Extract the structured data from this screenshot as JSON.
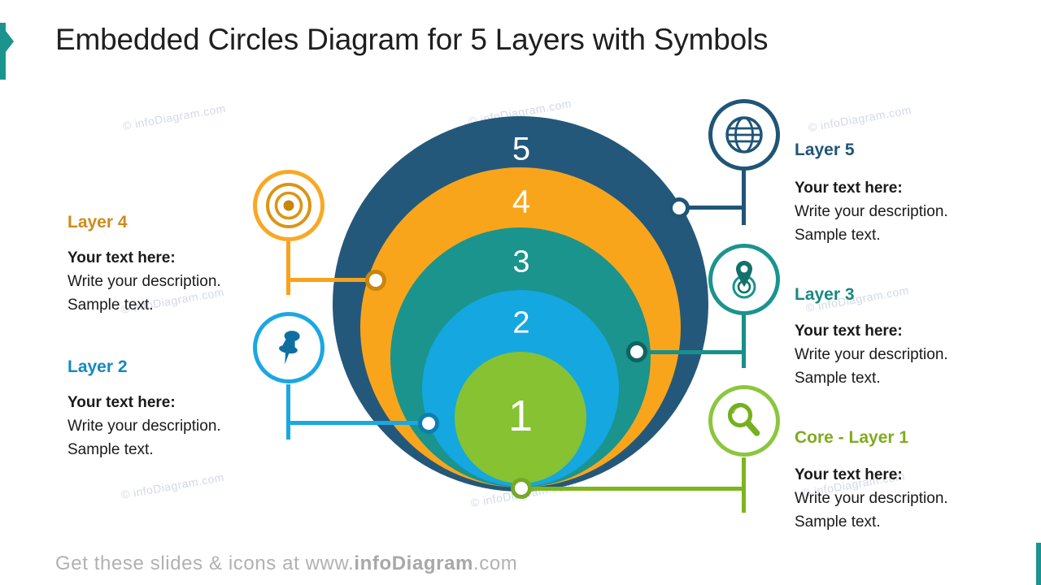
{
  "slide": {
    "title": "Embedded Circles Diagram for 5 Layers with Symbols",
    "watermark": "© infoDiagram.com",
    "footer": {
      "prefix": "Get these slides & icons at www.",
      "brand": "infoDiagram",
      "suffix": ".com"
    }
  },
  "diagram": {
    "rings": [
      {
        "label": "5",
        "color": "#24587B"
      },
      {
        "label": "4",
        "color": "#F9A51B"
      },
      {
        "label": "3",
        "color": "#1A948D"
      },
      {
        "label": "2",
        "color": "#14A7E0"
      },
      {
        "label": "1",
        "color": "#86C232"
      }
    ]
  },
  "callouts": {
    "layer5": {
      "title": "Layer 5",
      "icon": "globe-icon",
      "accent": "#1F5577",
      "body": [
        "Your text here:",
        "Write your description.",
        "Sample text."
      ]
    },
    "layer4": {
      "title": "Layer 4",
      "icon": "bullseye-target-icon",
      "accent": "#CE8A1A",
      "body": [
        "Your text here:",
        "Write your description.",
        "Sample text."
      ]
    },
    "layer3": {
      "title": "Layer 3",
      "icon": "location-pin-target-icon",
      "accent": "#18887F",
      "body": [
        "Your text here:",
        "Write your description.",
        "Sample text."
      ]
    },
    "layer2": {
      "title": "Layer 2",
      "icon": "pushpin-icon",
      "accent": "#1489BF",
      "body": [
        "Your text here:",
        "Write your description.",
        "Sample text."
      ]
    },
    "core": {
      "title": "Core - Layer 1",
      "icon": "magnifier-icon",
      "accent": "#7FAC1E",
      "body": [
        "Your text here:",
        "Write your description.",
        "Sample text."
      ]
    }
  },
  "colors": {
    "accent_teal": "#1B9490",
    "navy": "#1F5577",
    "orange": "#F9A51B",
    "teal": "#1A948D",
    "blue": "#14A7E0",
    "green": "#86C232",
    "footer_gray": "#B1B1B1"
  }
}
